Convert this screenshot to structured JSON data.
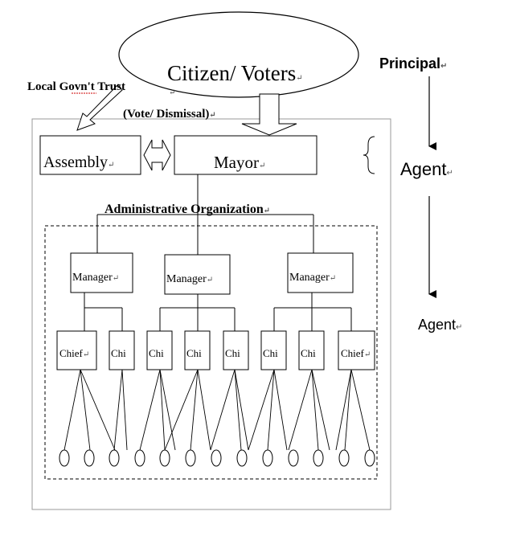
{
  "principal_ellipse": {
    "label": "Citizen/ Voters"
  },
  "assembly": {
    "label": "Assembly"
  },
  "mayor": {
    "label": "Mayor"
  },
  "trust_label": "Local Govn't Trust",
  "vote_label": "(Vote/ Dismissal)",
  "admin_org_label": "Administrative Organization",
  "managers": [
    "Manager",
    "Manager",
    "Manager"
  ],
  "chiefs": [
    "Chief",
    "Chi",
    "Chi",
    "Chi",
    "Chi",
    "Chi",
    "Chi",
    "Chief"
  ],
  "side_labels": {
    "principal": "Principal",
    "agent1": "Agent",
    "agent2": "Agent"
  },
  "paragraph_mark": "↵",
  "colors": {
    "line": "#000000",
    "frame": "#999999",
    "underline": "#cc0000"
  }
}
